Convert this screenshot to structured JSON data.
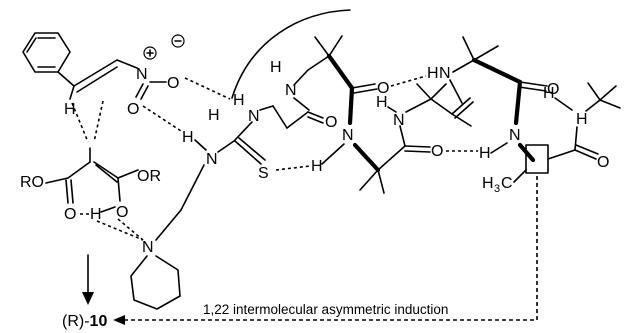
{
  "scheme": {
    "caption": "1,22 intermolecular asymmetric induction",
    "product": {
      "stereo_prefix": "(R)-",
      "compound_number": "10"
    },
    "atom_labels": {
      "ester_RO_left": "RO",
      "ester_O_left": "O",
      "ester_O_right": "O",
      "ester_OR_right": "OR",
      "ester_H_left": "H",
      "ester_H_right": "H",
      "alkene_H": "H",
      "nitro_N": "N",
      "nitro_O_top": "O",
      "nitro_O_bottom": "O",
      "amine_N": "N",
      "thiourea_N_left": "N",
      "thiourea_H_left": "H",
      "thiourea_N_right": "N",
      "thiourea_H_right": "H",
      "thiourea_S": "S",
      "thiourea_H_S": "H",
      "gly_N": "N",
      "gly_H_1": "H",
      "gly_H_2": "H",
      "aib1_O": "O",
      "aib1_H": "H",
      "aib2_N": "N",
      "aib3_O": "O",
      "aib3_N": "N",
      "aib3_H": "H",
      "aib2_O": "O",
      "aib2_H": "H",
      "aib4_N": "N",
      "aib4_O": "O",
      "aib4_H": "H",
      "term_N": "N",
      "term_O": "O",
      "methyl_H": "H",
      "methyl_3": "3",
      "methyl_C": "C"
    }
  }
}
